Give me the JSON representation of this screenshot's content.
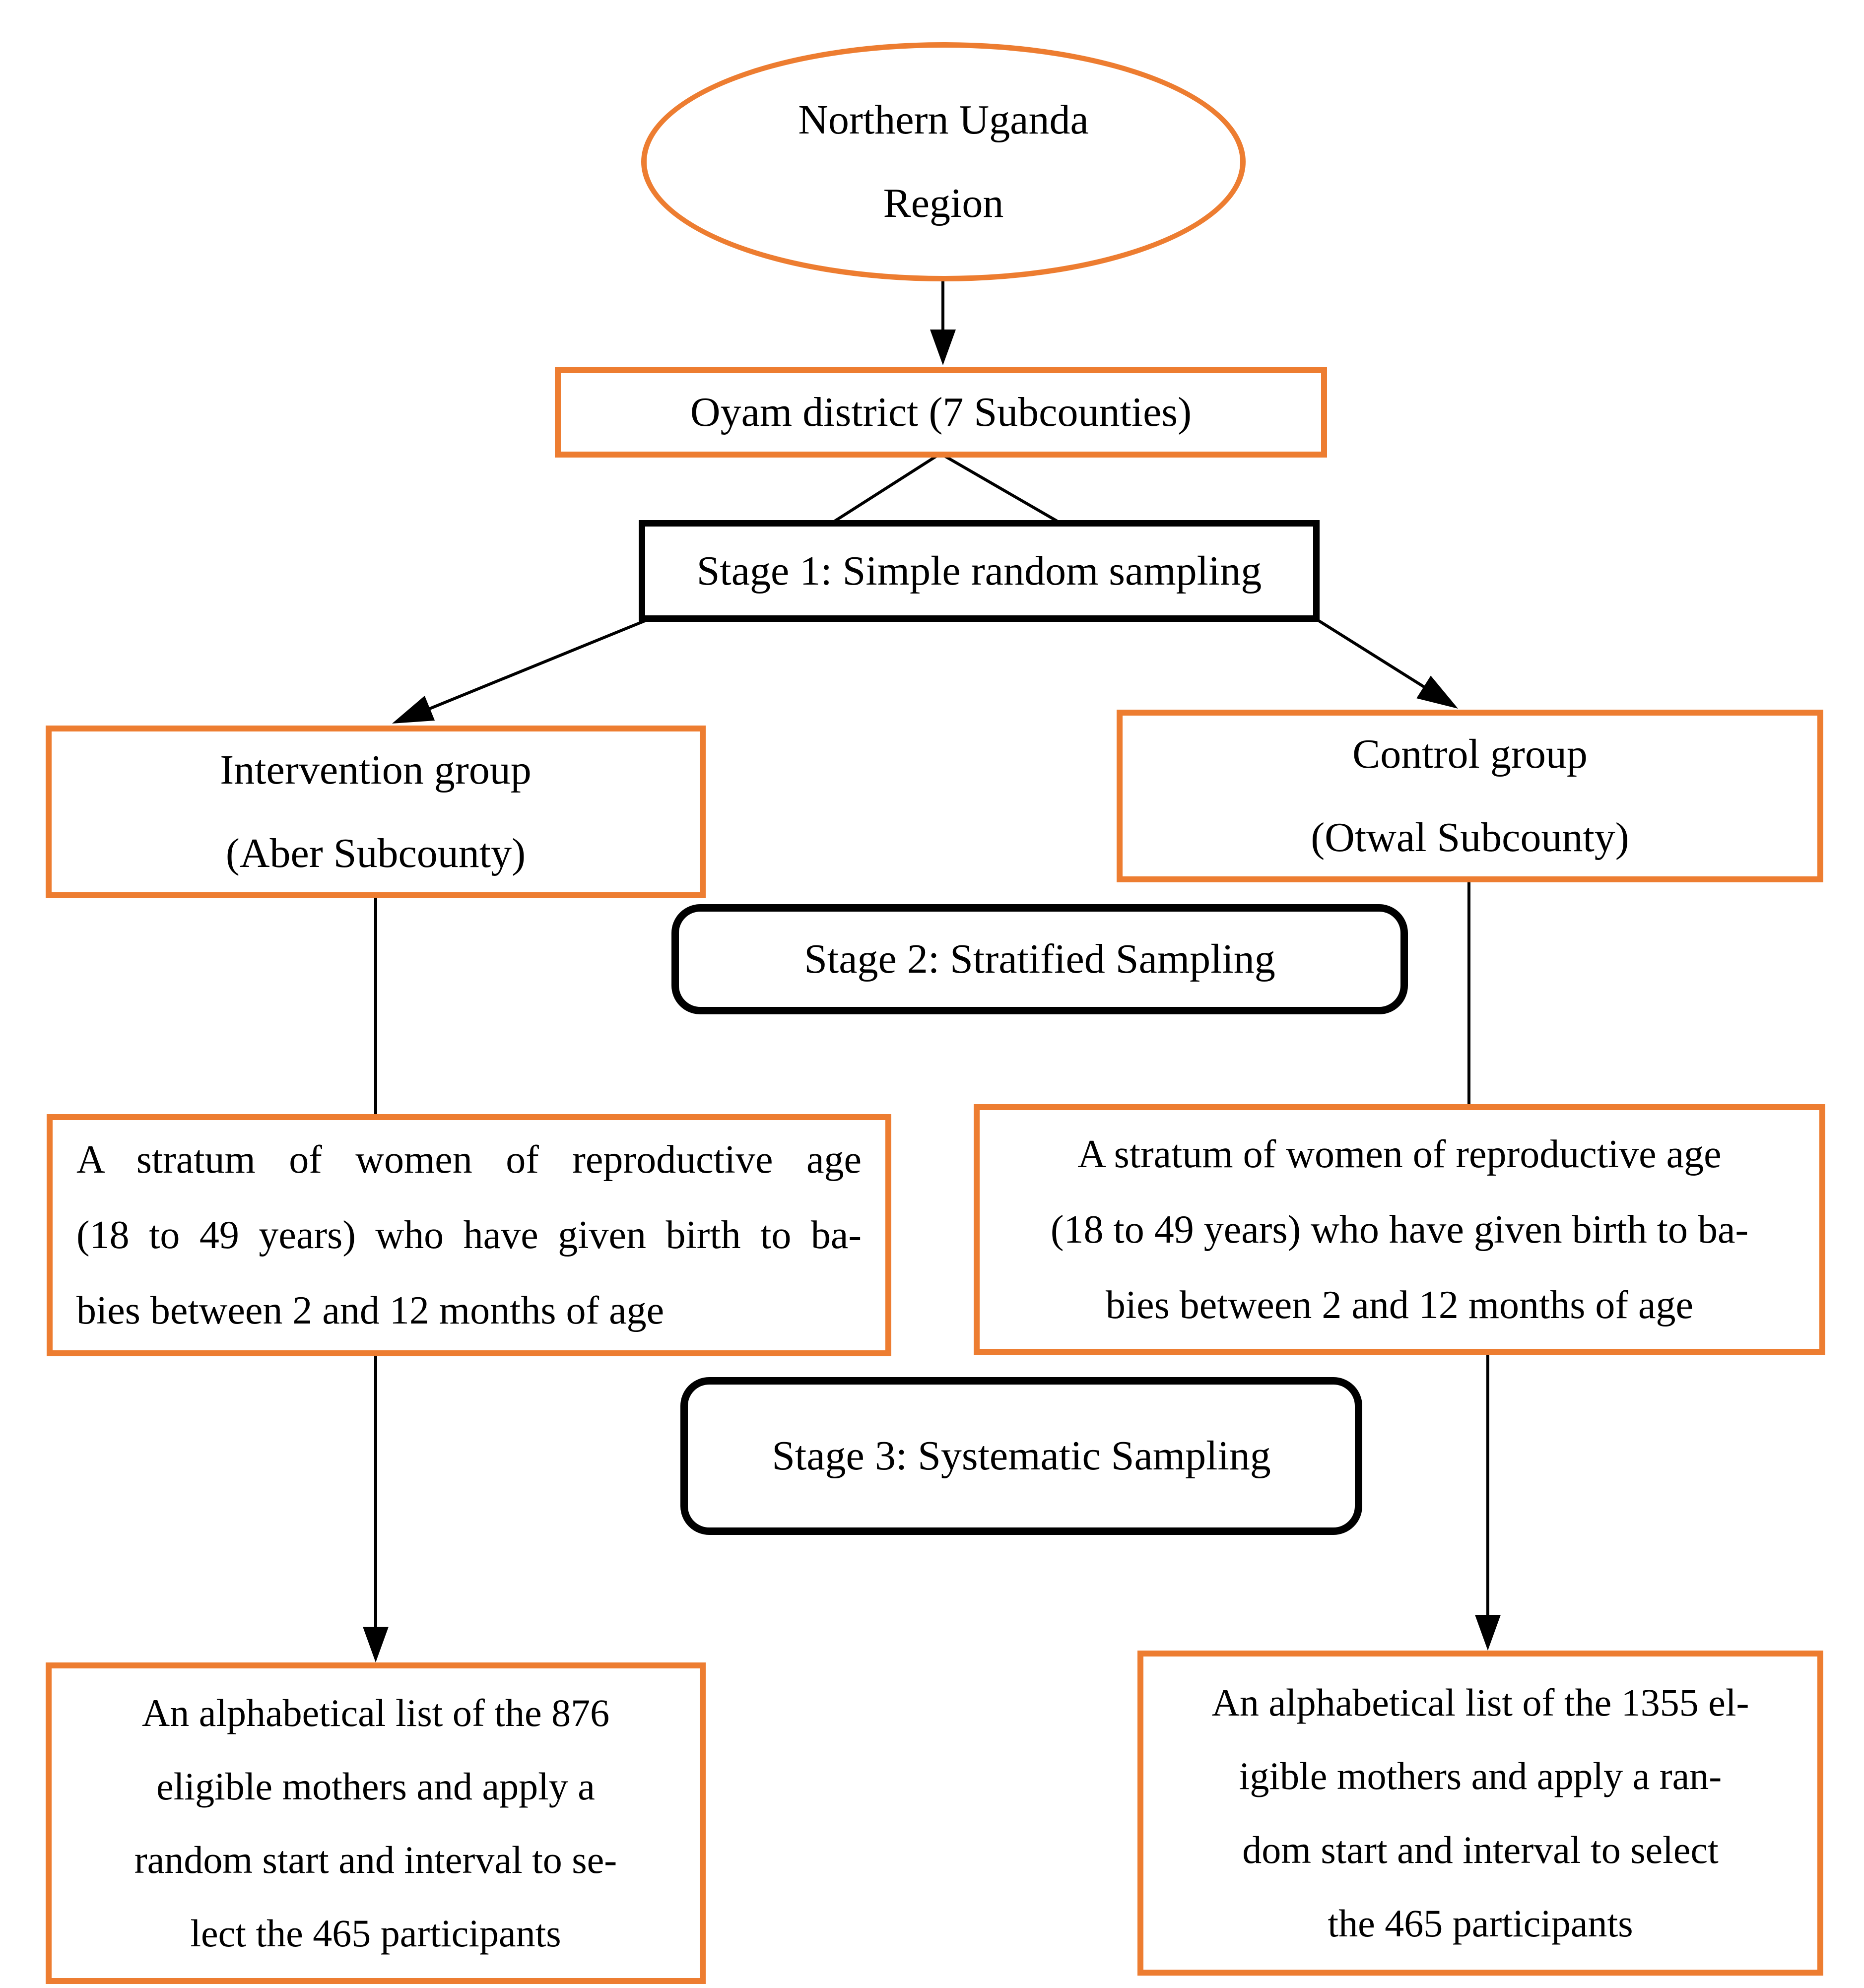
{
  "colors": {
    "accent_orange": "#ED7D31",
    "line_black": "#000000"
  },
  "figure": {
    "region_ellipse": {
      "lines": [
        "Northern Uganda",
        "Region"
      ]
    },
    "district": {
      "label": "Oyam district (7 Subcounties)"
    },
    "stage1": {
      "label": "Stage 1: Simple random sampling"
    },
    "intervention": {
      "lines": [
        "Intervention group",
        "(Aber Subcounty)"
      ]
    },
    "control": {
      "lines": [
        "Control group",
        "(Otwal Subcounty)"
      ]
    },
    "stage2": {
      "label": "Stage 2: Stratified Sampling"
    },
    "stratum_left": {
      "lines": [
        "A stratum of women of reproductive age",
        "(18 to 49 years) who have given birth to ba-",
        "bies between 2 and 12 months of age"
      ]
    },
    "stratum_right": {
      "lines": [
        "A stratum of women of reproductive age",
        "(18 to 49 years) who have given birth to ba-",
        "bies between 2 and 12 months of age"
      ]
    },
    "stage3": {
      "label": "Stage 3: Systematic Sampling"
    },
    "list_left": {
      "lines": [
        "An alphabetical list of the 876",
        "eligible mothers and apply a",
        "random start and interval to se-",
        "lect the 465 participants"
      ]
    },
    "list_right": {
      "lines": [
        "An alphabetical list of the 1355 el-",
        "igible mothers and apply a ran-",
        "dom start and interval to select",
        "the 465 participants"
      ]
    }
  }
}
